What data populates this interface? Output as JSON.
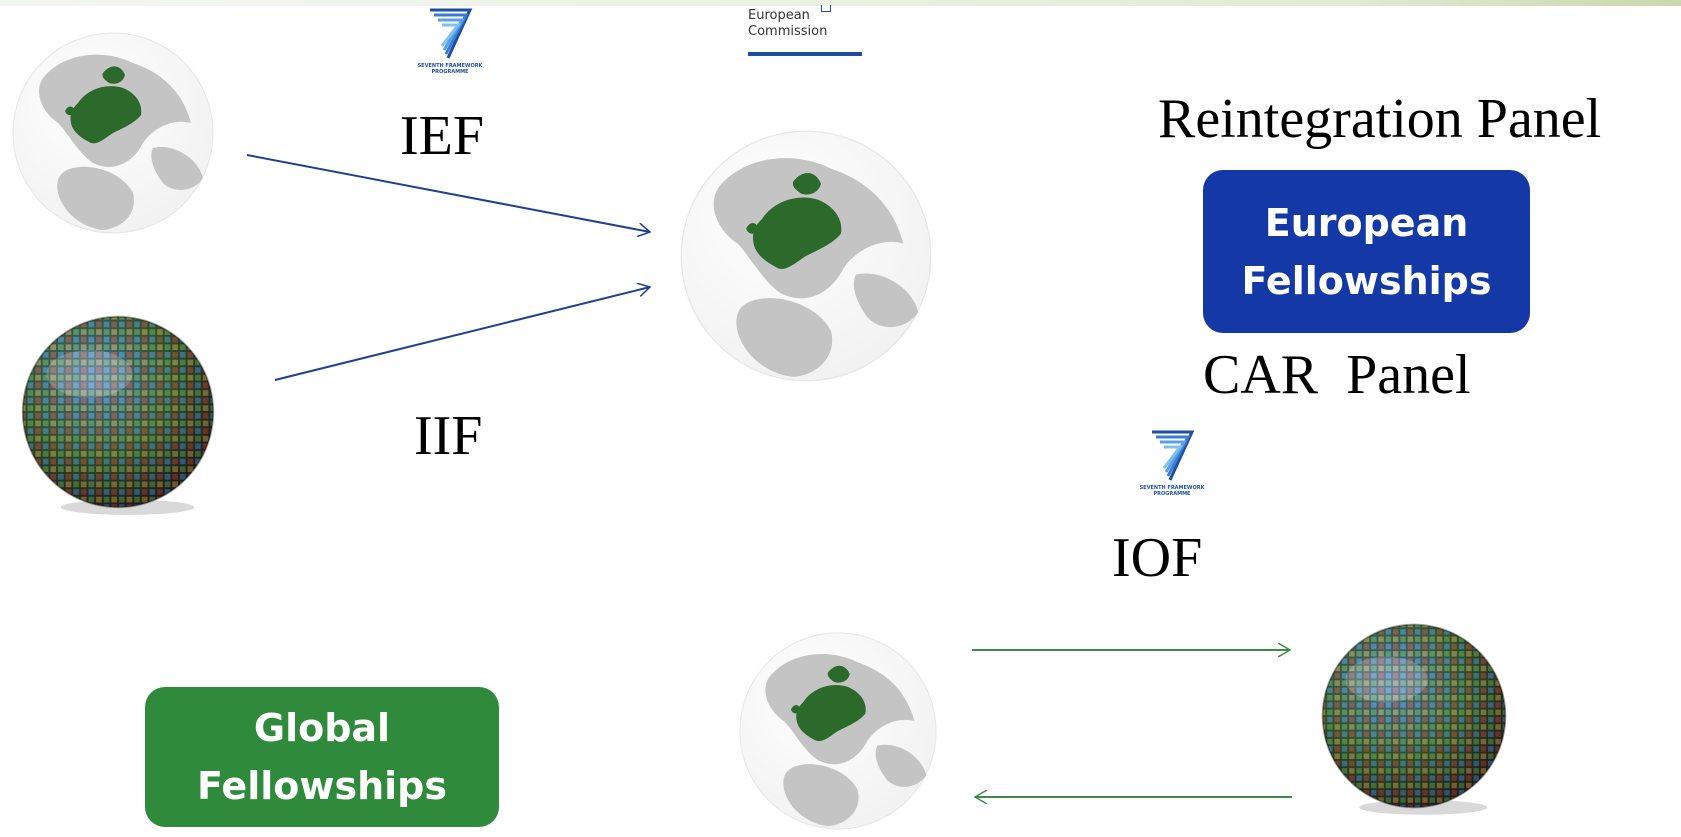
{
  "labels": {
    "ief": "IEF",
    "iif": "IIF",
    "iof": "IOF",
    "reintegration_panel": "Reintegration Panel",
    "car_panel": "CAR  Panel"
  },
  "european_fellowships": {
    "line1": "European",
    "line2": "Fellowships",
    "color": "#1438a6"
  },
  "global_fellowships": {
    "line1": "Global",
    "line2": "Fellowships",
    "color": "#2f8a3b"
  },
  "fp7_logo": {
    "icon": "seventh-framework-programme-logo",
    "caption_line1": "SEVENTH FRAMEWORK",
    "caption_line2": "PROGRAMME"
  },
  "ec_logo": {
    "icon": "european-commission-logo",
    "line1": "European",
    "line2": "Commission"
  },
  "colors": {
    "europe_green": "#2c6a2c",
    "globe_grey": "#cccccc",
    "arrow_blue": "#1f3f96",
    "arrow_green": "#3d8a4a"
  }
}
